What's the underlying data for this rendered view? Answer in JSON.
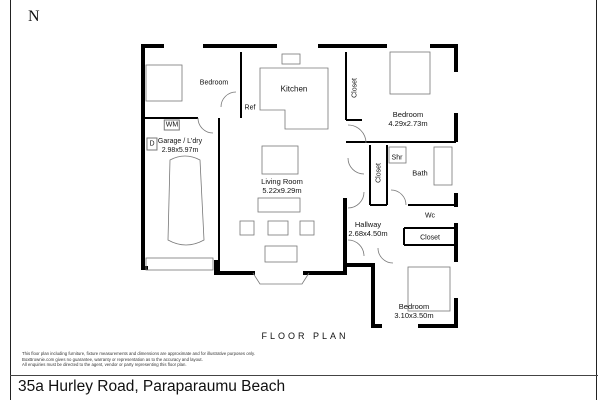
{
  "compass": {
    "label": "N"
  },
  "rooms": {
    "bedroom_top_left": {
      "name": "Bedroom"
    },
    "kitchen": {
      "name": "Kitchen"
    },
    "ref": {
      "name": "Ref"
    },
    "wm": {
      "name": "WM"
    },
    "dryer": {
      "name": "D"
    },
    "garage": {
      "name": "Garage / L'dry",
      "size": "2.98x5.97m"
    },
    "closet_top": {
      "name": "Closet"
    },
    "bedroom_top_right": {
      "name": "Bedroom",
      "size": "4.29x2.73m"
    },
    "shower": {
      "name": "Shr"
    },
    "bath": {
      "name": "Bath"
    },
    "closet_mid": {
      "name": "Closet"
    },
    "living": {
      "name": "Living Room",
      "size": "5.22x9.29m"
    },
    "wc": {
      "name": "Wc"
    },
    "hallway": {
      "name": "Hallway",
      "size": "2.68x4.50m"
    },
    "closet_bottom": {
      "name": "Closet"
    },
    "bedroom_bottom_right": {
      "name": "Bedroom",
      "size": "3.10x3.50m"
    }
  },
  "title": "FLOOR PLAN",
  "disclaimer": [
    "This floor plan including furniture, fixture measurements and dimensions are approximate and for illustrative purposes only.",
    "BoxBrownie.com gives no guarantee, warranty or representation as to the accuracy and layout.",
    "All enquiries must be directed to the agent, vendor or party representing this floor plan."
  ],
  "address": "35a Hurley Road, Paraparaumu Beach"
}
